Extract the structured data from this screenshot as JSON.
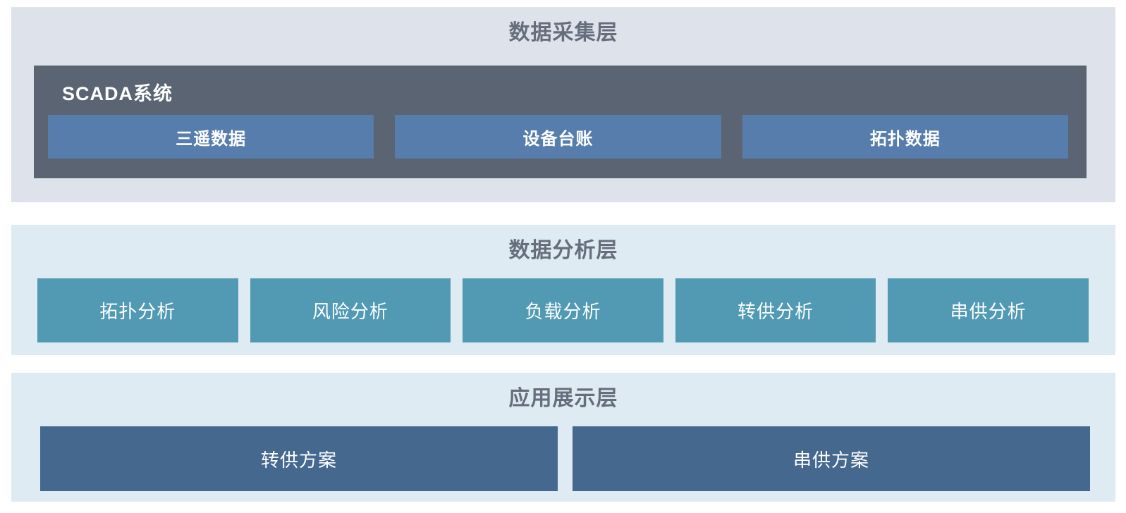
{
  "diagram": {
    "layers": [
      {
        "title": "数据采集层",
        "group": {
          "label": "SCADA系统",
          "items": [
            {
              "label": "三遥数据"
            },
            {
              "label": "设备台账"
            },
            {
              "label": "拓扑数据"
            }
          ]
        }
      },
      {
        "title": "数据分析层",
        "items": [
          {
            "label": "拓扑分析"
          },
          {
            "label": "风险分析"
          },
          {
            "label": "负载分析"
          },
          {
            "label": "转供分析"
          },
          {
            "label": "串供分析"
          }
        ]
      },
      {
        "title": "应用展示层",
        "items": [
          {
            "label": "转供方案"
          },
          {
            "label": "串供方案"
          }
        ]
      }
    ],
    "colors": {
      "layer1_bg": "#dee2ea",
      "layer23_bg": "#dfebf2",
      "scada_bg": "#5a6473",
      "data_box_bg": "#567dac",
      "analysis_box_bg": "#529ab4",
      "app_box_bg": "#44688e",
      "title_text": "#666e7d",
      "box_text": "#ffffff"
    }
  }
}
